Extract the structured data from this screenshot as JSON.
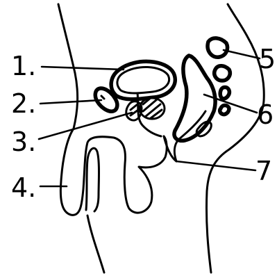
{
  "labels": [
    {
      "id": "1",
      "text": "1."
    },
    {
      "id": "2",
      "text": "2."
    },
    {
      "id": "3",
      "text": "3."
    },
    {
      "id": "4",
      "text": "4."
    },
    {
      "id": "5",
      "text": "5"
    },
    {
      "id": "6",
      "text": "6"
    },
    {
      "id": "7",
      "text": "7"
    }
  ]
}
